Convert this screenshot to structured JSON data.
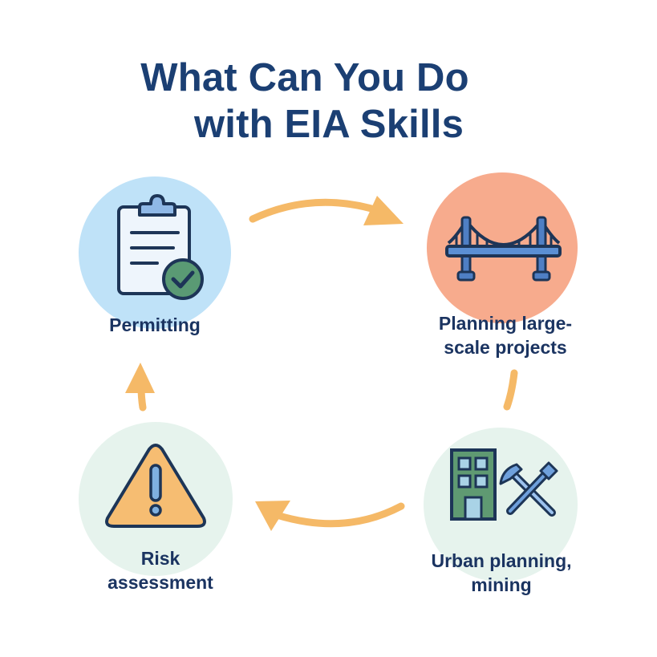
{
  "title": {
    "line1": "What Can You Do",
    "line2": "with EIA Skills"
  },
  "colors": {
    "title": "#1b3f73",
    "label": "#1b3461",
    "arrow": "#f5b967",
    "outline": "#1d3557",
    "permitting_circle": "#bfe2f8",
    "planning_circle": "#f7ab8d",
    "urban_circle": "#e6f3ed",
    "risk_circle": "#e6f3ed",
    "check_green": "#5a9a74",
    "building_green": "#5f9a72",
    "tool_blue": "#6fa0dc",
    "warning_orange": "#f6bd72"
  },
  "nodes": [
    {
      "id": "permitting",
      "label": "Permitting",
      "icon": "clipboard-check-icon"
    },
    {
      "id": "planning",
      "label_line1": "Planning large-",
      "label_line2": "scale projects",
      "icon": "bridge-icon"
    },
    {
      "id": "urban",
      "label_line1": "Urban planning,",
      "label_line2": "mining",
      "icon": "building-and-tools-icon"
    },
    {
      "id": "risk",
      "label_line1": "Risk",
      "label_line2": "assessment",
      "icon": "warning-triangle-icon"
    }
  ],
  "arrows": [
    {
      "from": "permitting",
      "to": "planning",
      "direction": "right"
    },
    {
      "from": "planning",
      "to": "urban",
      "direction": "down"
    },
    {
      "from": "urban",
      "to": "risk",
      "direction": "left"
    },
    {
      "from": "risk",
      "to": "permitting",
      "direction": "up"
    }
  ]
}
